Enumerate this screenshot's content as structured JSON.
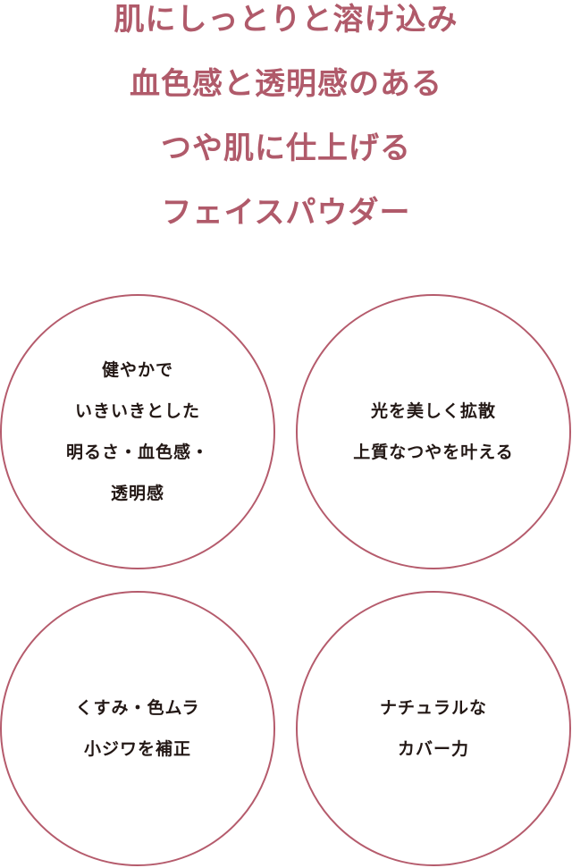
{
  "headline": {
    "lines": [
      "肌にしっとりと溶け込み",
      "血色感と透明感のある",
      "つや肌に仕上げる",
      "フェイスパウダー"
    ]
  },
  "features": [
    {
      "lines": [
        "健やかで",
        "いきいきとした",
        "明るさ・血色感・",
        "透明感"
      ]
    },
    {
      "lines": [
        "光を美しく拡散",
        "上質なつやを叶える"
      ]
    },
    {
      "lines": [
        "くすみ・色ムラ",
        "小ジワを補正"
      ]
    },
    {
      "lines": [
        "ナチュラルな",
        "カバー力"
      ]
    }
  ],
  "colors": {
    "headline": "#b05a6a",
    "circle_border": "#b55b6c",
    "body_text": "#231815",
    "background": "#ffffff"
  }
}
